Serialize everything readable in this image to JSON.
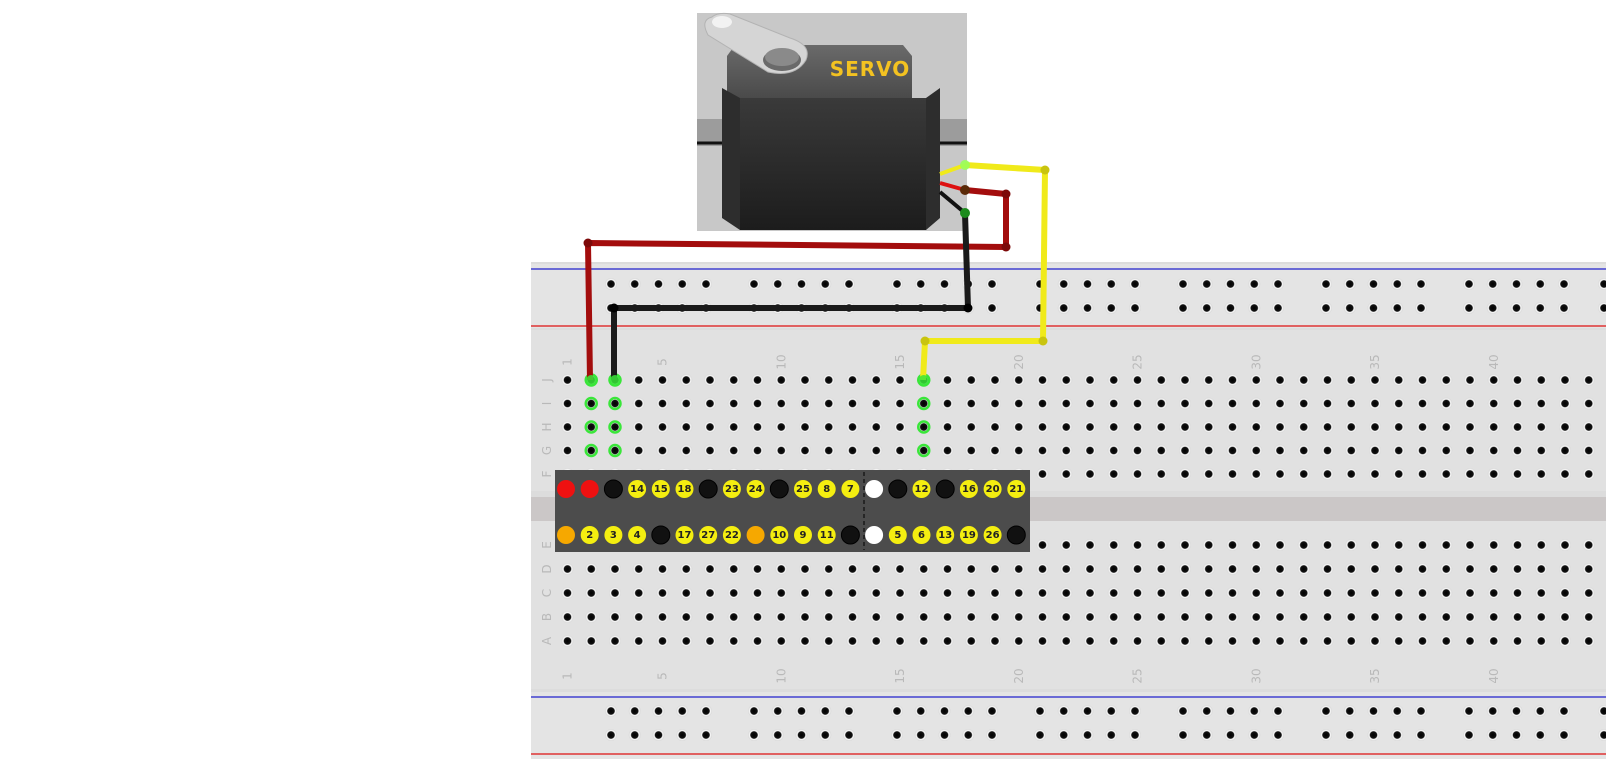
{
  "servo": {
    "label": "SERVO",
    "label_color": "#f3c221"
  },
  "breadboard": {
    "columns": 45,
    "column_labels": [
      "1",
      "5",
      "10",
      "15",
      "20",
      "25",
      "30",
      "35",
      "40"
    ],
    "row_labels_top": [
      "J",
      "I",
      "H",
      "G",
      "F"
    ],
    "row_labels_bottom": [
      "E",
      "D",
      "C",
      "B",
      "A"
    ],
    "rail_blue_color": "#2222cc",
    "rail_red_color": "#dd1111"
  },
  "gpio_header": {
    "top_row": [
      {
        "text": "",
        "color": "#ee1111"
      },
      {
        "text": "",
        "color": "#ee1111"
      },
      {
        "text": "",
        "color": "#111111"
      },
      {
        "text": "14",
        "color": "#f4ee10"
      },
      {
        "text": "15",
        "color": "#f4ee10"
      },
      {
        "text": "18",
        "color": "#f4ee10"
      },
      {
        "text": "",
        "color": "#111111"
      },
      {
        "text": "23",
        "color": "#f4ee10"
      },
      {
        "text": "24",
        "color": "#f4ee10"
      },
      {
        "text": "",
        "color": "#111111"
      },
      {
        "text": "25",
        "color": "#f4ee10"
      },
      {
        "text": "8",
        "color": "#f4ee10"
      },
      {
        "text": "7",
        "color": "#f4ee10"
      },
      {
        "text": "",
        "color": "#ffffff"
      },
      {
        "text": "",
        "color": "#111111"
      },
      {
        "text": "12",
        "color": "#f4ee10"
      },
      {
        "text": "",
        "color": "#111111"
      },
      {
        "text": "16",
        "color": "#f4ee10"
      },
      {
        "text": "20",
        "color": "#f4ee10"
      },
      {
        "text": "21",
        "color": "#f4ee10"
      }
    ],
    "bottom_row": [
      {
        "text": "",
        "color": "#f6a800"
      },
      {
        "text": "2",
        "color": "#f4ee10"
      },
      {
        "text": "3",
        "color": "#f4ee10"
      },
      {
        "text": "4",
        "color": "#f4ee10"
      },
      {
        "text": "",
        "color": "#111111"
      },
      {
        "text": "17",
        "color": "#f4ee10"
      },
      {
        "text": "27",
        "color": "#f4ee10"
      },
      {
        "text": "22",
        "color": "#f4ee10"
      },
      {
        "text": "",
        "color": "#f6a800"
      },
      {
        "text": "10",
        "color": "#f4ee10"
      },
      {
        "text": "9",
        "color": "#f4ee10"
      },
      {
        "text": "11",
        "color": "#f4ee10"
      },
      {
        "text": "",
        "color": "#111111"
      },
      {
        "text": "",
        "color": "#ffffff"
      },
      {
        "text": "5",
        "color": "#f4ee10"
      },
      {
        "text": "6",
        "color": "#f4ee10"
      },
      {
        "text": "13",
        "color": "#f4ee10"
      },
      {
        "text": "19",
        "color": "#f4ee10"
      },
      {
        "text": "26",
        "color": "#f4ee10"
      },
      {
        "text": "",
        "color": "#111111"
      }
    ]
  },
  "wires": [
    {
      "name": "wire-red-power",
      "color": "#a30d0d"
    },
    {
      "name": "wire-black-ground",
      "color": "#1a1a1a"
    },
    {
      "name": "wire-yellow-signal",
      "color": "#f0ea1a"
    }
  ]
}
